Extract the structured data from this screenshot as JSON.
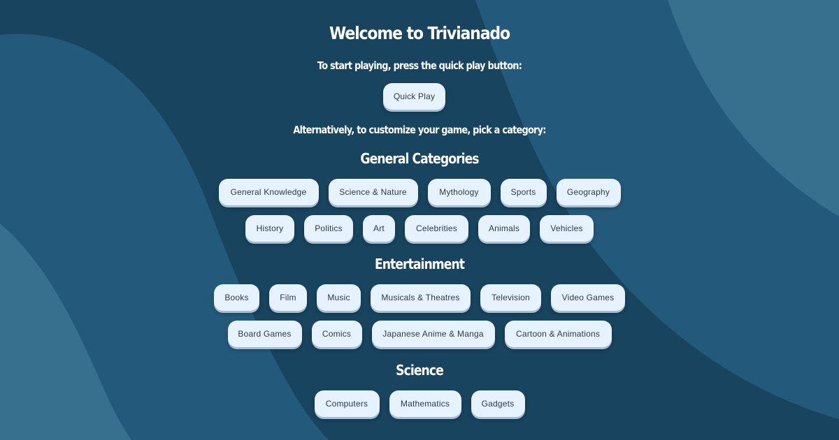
{
  "colors": {
    "background": "#18445f",
    "wave_light": "#376f8f",
    "wave_mid": "#23597a",
    "button": "#e6f3ff",
    "button_text": "#2b3a48"
  },
  "header": {
    "title": "Welcome to Trivianado",
    "quick_play_prompt": "To start playing, press the quick play button:",
    "quick_play_label": "Quick Play",
    "customize_prompt": "Alternatively, to customize your game, pick a category:"
  },
  "sections": [
    {
      "title": "General Categories",
      "rows": [
        [
          "General Knowledge",
          "Science & Nature",
          "Mythology",
          "Sports",
          "Geography"
        ],
        [
          "History",
          "Politics",
          "Art",
          "Celebrities",
          "Animals",
          "Vehicles"
        ]
      ]
    },
    {
      "title": "Entertainment",
      "rows": [
        [
          "Books",
          "Film",
          "Music",
          "Musicals & Theatres",
          "Television",
          "Video Games"
        ],
        [
          "Board Games",
          "Comics",
          "Japanese Anime & Manga",
          "Cartoon & Animations"
        ]
      ]
    },
    {
      "title": "Science",
      "rows": [
        [
          "Computers",
          "Mathematics",
          "Gadgets"
        ]
      ]
    }
  ]
}
